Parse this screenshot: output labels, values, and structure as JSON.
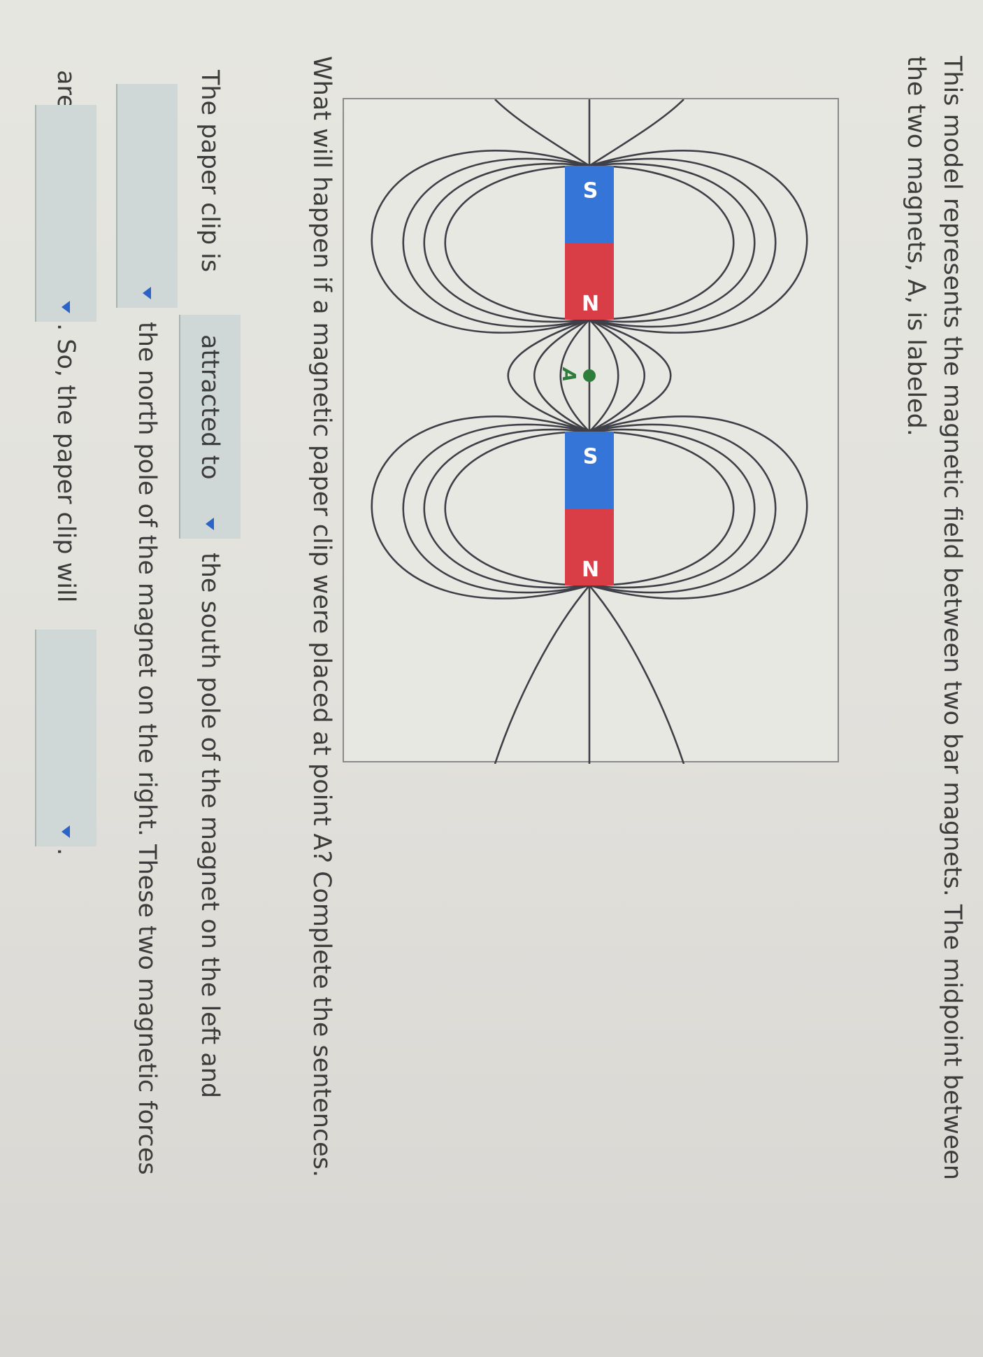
{
  "intro": {
    "line1": "This model represents the magnetic field between two bar magnets. The midpoint between",
    "line2": "the two magnets, A, is labeled."
  },
  "figure": {
    "magnet_left": {
      "top_pole": "N",
      "bottom_pole": "S"
    },
    "magnet_right": {
      "top_pole": "N",
      "bottom_pole": "S"
    },
    "point_label": "A",
    "colors": {
      "north": "#d93d46",
      "south": "#3575d8",
      "point": "#2e7d3a",
      "lines": "#3f3f48"
    }
  },
  "question": "What will happen if a magnetic paper clip were placed at point A? Complete the sentences.",
  "sentences": {
    "s1_prefix": "The paper clip is",
    "dropdown1": {
      "value": "attracted to"
    },
    "s1_suffix": "the south pole of the magnet on the left and",
    "dropdown2": {
      "value": ""
    },
    "s2_suffix": "the north pole of the magnet on the right. These two magnetic forces",
    "s3_prefix": "are",
    "dropdown3": {
      "value": ""
    },
    "s3_middle": ". So, the paper clip will",
    "dropdown4": {
      "value": ""
    },
    "s3_end": "."
  },
  "accent_color": "#2b63c9"
}
